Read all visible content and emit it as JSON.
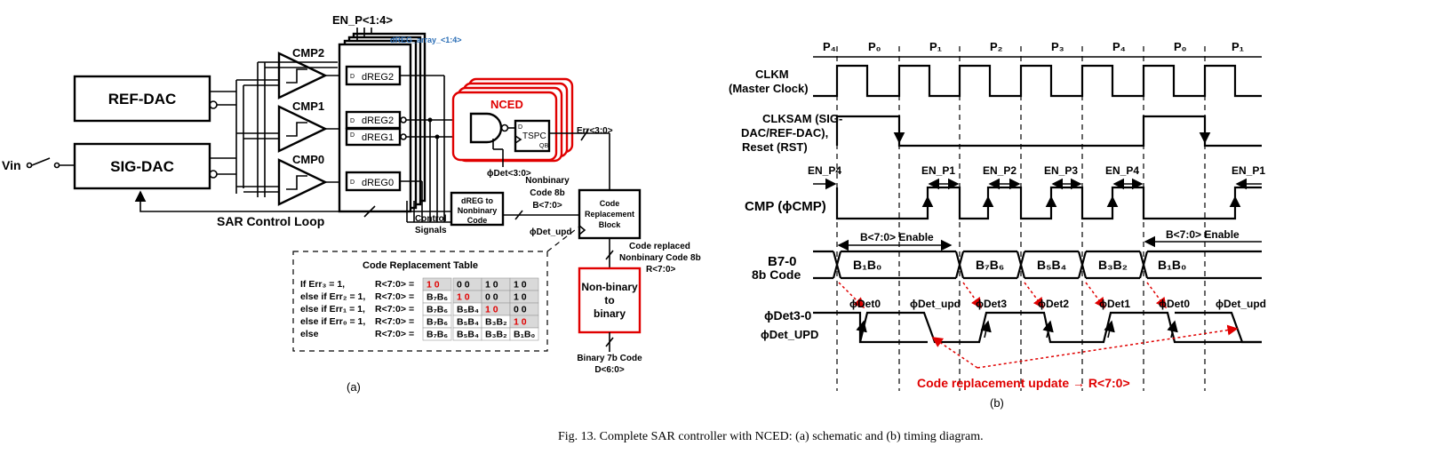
{
  "caption": "Fig. 13.   Complete SAR controller with NCED: (a) schematic and (b) timing diagram.",
  "panel_a": {
    "label": "(a)",
    "vin": "Vin",
    "ref_dac": "REF-DAC",
    "sig_dac": "SIG-DAC",
    "cmp2": "CMP2",
    "cmp1": "CMP1",
    "cmp0": "CMP0",
    "en_p": "EN_P<1:4>",
    "dreg_array": "dREG_array_<1:4>",
    "dreg_labels": [
      "dREG2",
      "dREG2",
      "dREG1",
      "dREG0"
    ],
    "d_pin": "D",
    "nced": "NCED",
    "tspc": "TSPC",
    "qb": "QB",
    "err": "Err<3:0>",
    "phi_det": "ϕDet<3:0>",
    "dreg_to_nb": [
      "dREG to",
      "Nonbinary",
      "Code"
    ],
    "nb_code": [
      "Nonbinary",
      "Code 8b",
      "B<7:0>"
    ],
    "code_block": [
      "Code",
      "Replacement",
      "Block"
    ],
    "phi_det_upd": "ϕDet_upd",
    "sar_loop": "SAR Control Loop",
    "control": [
      "Control",
      "Signals"
    ],
    "code_replaced": [
      "Code replaced",
      "Nonbinary Code 8b",
      "R<7:0>"
    ],
    "nb_to_bin": [
      "Non-binary",
      "to",
      "binary"
    ],
    "binary_out": [
      "Binary 7b Code",
      "D<6:0>"
    ],
    "table_title": "Code Replacement Table",
    "table_rows": [
      {
        "cond": "If Err₃ = 1,",
        "r": "R<7:0> =",
        "cells": [
          "1 0",
          "0 0",
          "1 0",
          "1 0"
        ]
      },
      {
        "cond": "else if Err₂ = 1,",
        "r": "R<7:0> =",
        "cells": [
          "B₇B₆",
          "1 0",
          "0 0",
          "1 0"
        ]
      },
      {
        "cond": "else if Err₁ = 1,",
        "r": "R<7:0> =",
        "cells": [
          "B₇B₆",
          "B₅B₄",
          "1 0",
          "0 0"
        ]
      },
      {
        "cond": "else if Err₀ = 1,",
        "r": "R<7:0> =",
        "cells": [
          "B₇B₆",
          "B₅B₄",
          "B₃B₂",
          "1 0"
        ]
      },
      {
        "cond": "else",
        "r": "R<7:0> =",
        "cells": [
          "B₇B₆",
          "B₅B₄",
          "B₃B₂",
          "B₁B₀"
        ]
      }
    ]
  },
  "panel_b": {
    "label": "(b)",
    "phases": [
      "P₄",
      "P₀",
      "P₁",
      "P₂",
      "P₃",
      "P₄",
      "P₀",
      "P₁"
    ],
    "clkm": [
      "CLKM",
      "(Master Clock)"
    ],
    "clksam": [
      "CLKSAM (SIG-",
      "DAC/REF-DAC),",
      "Reset (RST)"
    ],
    "en_labels": [
      "EN_P4",
      "EN_P1",
      "EN_P2",
      "EN_P3",
      "EN_P4",
      "EN_P1"
    ],
    "cmp": "CMP (ϕCMP)",
    "enable": "B<7:0> Enable",
    "b_sig": [
      "B7-0",
      "8b Code"
    ],
    "b_values": [
      "B₁B₀",
      "B₇B₆",
      "B₅B₄",
      "B₃B₂",
      "B₁B₀"
    ],
    "phi_sig": [
      "ϕDet3-0",
      "ϕDet_UPD"
    ],
    "phi_labels": [
      "ϕDet0",
      "ϕDet_upd",
      "ϕDet3",
      "ϕDet2",
      "ϕDet1",
      "ϕDet0",
      "ϕDet_upd"
    ],
    "update_note": "Code replacement update → R<7:0>"
  }
}
